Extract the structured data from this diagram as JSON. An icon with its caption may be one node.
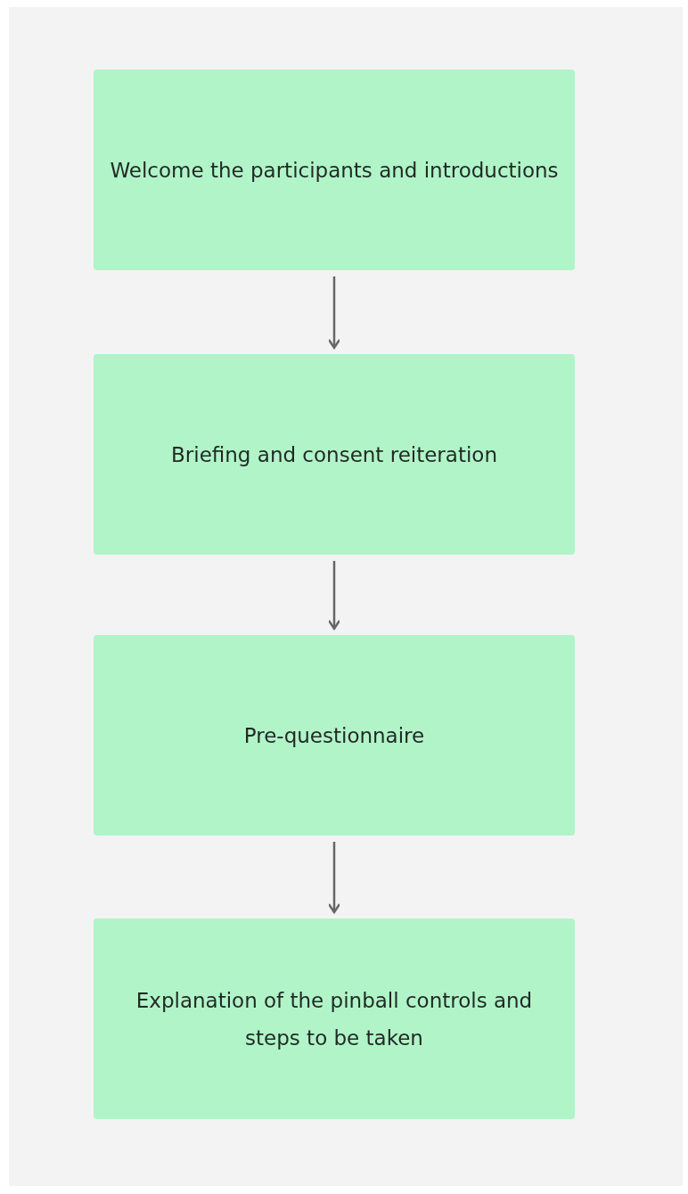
{
  "diagram": {
    "nodes": [
      {
        "text": [
          "Welcome the participants and introductions"
        ]
      },
      {
        "text": [
          "Briefing and consent reiteration"
        ]
      },
      {
        "text": [
          "Pre-questionnaire"
        ]
      },
      {
        "text": [
          "Explanation of the pinball controls and steps to be taken"
        ]
      }
    ],
    "edges": [
      {
        "from": 0,
        "to": 1,
        "arrow": "to"
      },
      {
        "from": 1,
        "to": 2,
        "arrow": "to"
      },
      {
        "from": 2,
        "to": 3,
        "arrow": "to"
      }
    ]
  }
}
